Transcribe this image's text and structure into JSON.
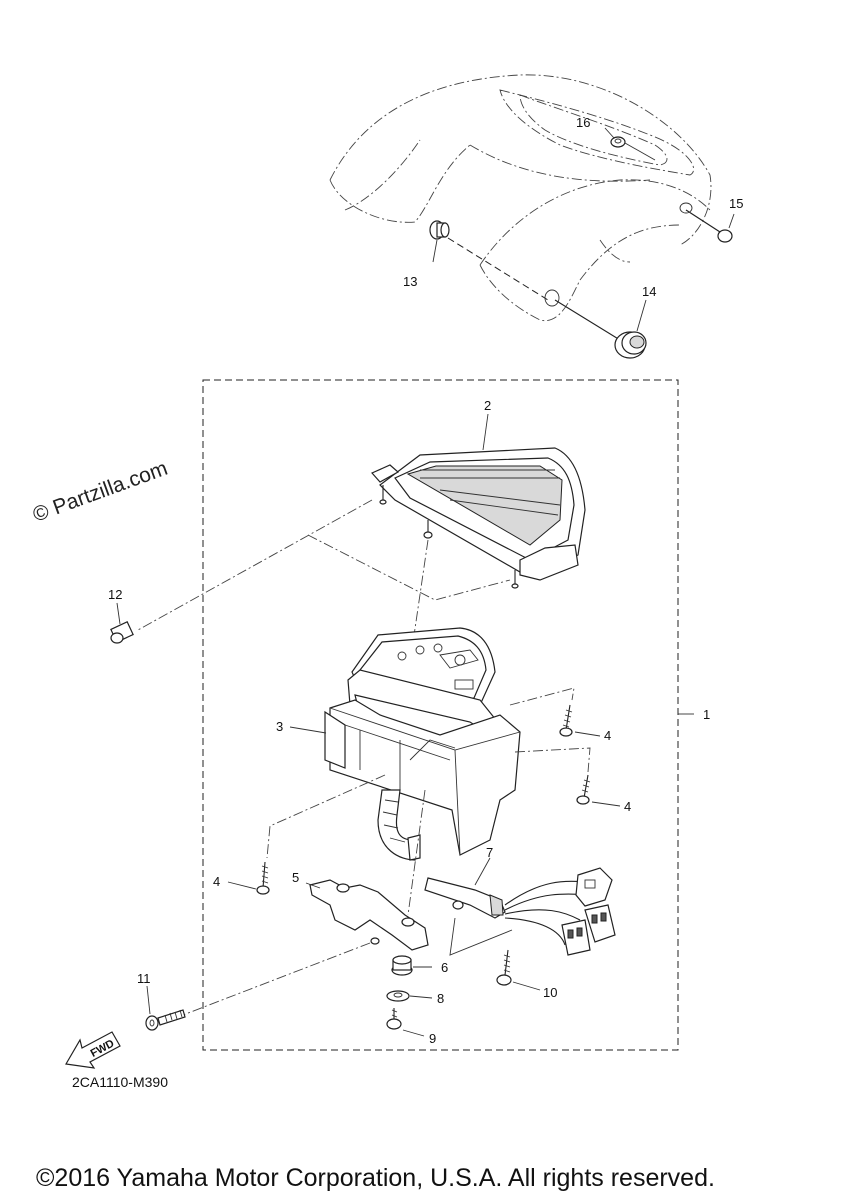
{
  "watermark": "© Partzilla.com",
  "diagram_code": "2CA1110-M390",
  "copyright": "©2016 Yamaha Motor Corporation, U.S.A. All rights reserved.",
  "fwd_label": "FWD",
  "callouts": {
    "p1": "1",
    "p2": "2",
    "p3": "3",
    "p4a": "4",
    "p4b": "4",
    "p4c": "4",
    "p5": "5",
    "p6": "6",
    "p7": "7",
    "p8": "8",
    "p9": "9",
    "p10": "10",
    "p11": "11",
    "p12": "12",
    "p13": "13",
    "p14": "14",
    "p15": "15",
    "p16": "16"
  }
}
